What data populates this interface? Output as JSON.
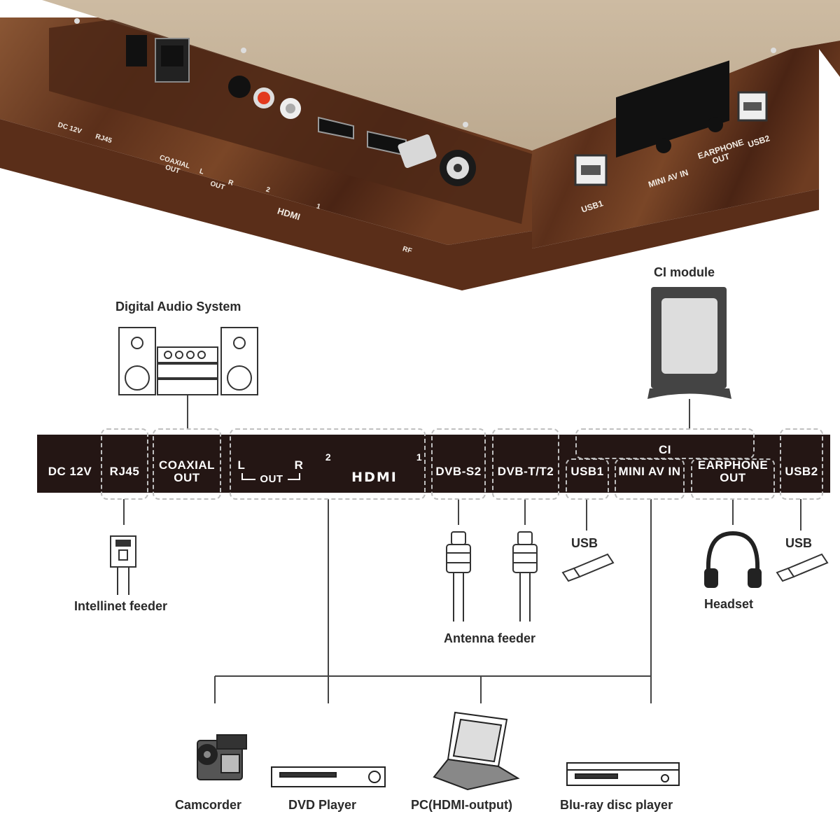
{
  "photo": {
    "labels": {
      "dc": "DC 12V",
      "rj45": "RJ45",
      "coaxial": "COAXIAL OUT",
      "l": "L",
      "out": "OUT",
      "r": "R",
      "hdmi2": "2",
      "hdmi": "HDMI",
      "hdmi1": "1",
      "rf": "RF",
      "usb1": "USB1",
      "mini_av": "MINI AV IN",
      "earphone": "EARPHONE OUT",
      "usb2": "USB2"
    }
  },
  "panel": {
    "dc": "DC 12V",
    "rj45": "RJ45",
    "coaxial_line1": "COAXIAL",
    "coaxial_line2": "OUT",
    "l": "L",
    "r": "R",
    "out": "OUT",
    "hdmi2": "2",
    "hdmi1": "1",
    "hdmi_logo": "HDMI",
    "dvbs2": "DVB-S2",
    "dvbt": "DVB-T/T2",
    "ci": "CI",
    "usb1": "USB1",
    "mini_av": "MINI AV IN",
    "earphone_line1": "EARPHONE",
    "earphone_line2": "OUT",
    "usb2": "USB2"
  },
  "devices": {
    "digital_audio": "Digital Audio System",
    "ci_module": "CI module",
    "intellinet": "Intellinet feeder",
    "antenna": "Antenna feeder",
    "usb_left": "USB",
    "usb_right": "USB",
    "headset": "Headset",
    "camcorder": "Camcorder",
    "dvd": "DVD Player",
    "pc": "PC(HDMI-output)",
    "bluray": "Blu-ray disc player"
  },
  "colors": {
    "panel": "#241614",
    "wood": "#6b3a22",
    "surface": "#c7b49b",
    "line": "#444444",
    "dashed": "#bfbfbf"
  }
}
